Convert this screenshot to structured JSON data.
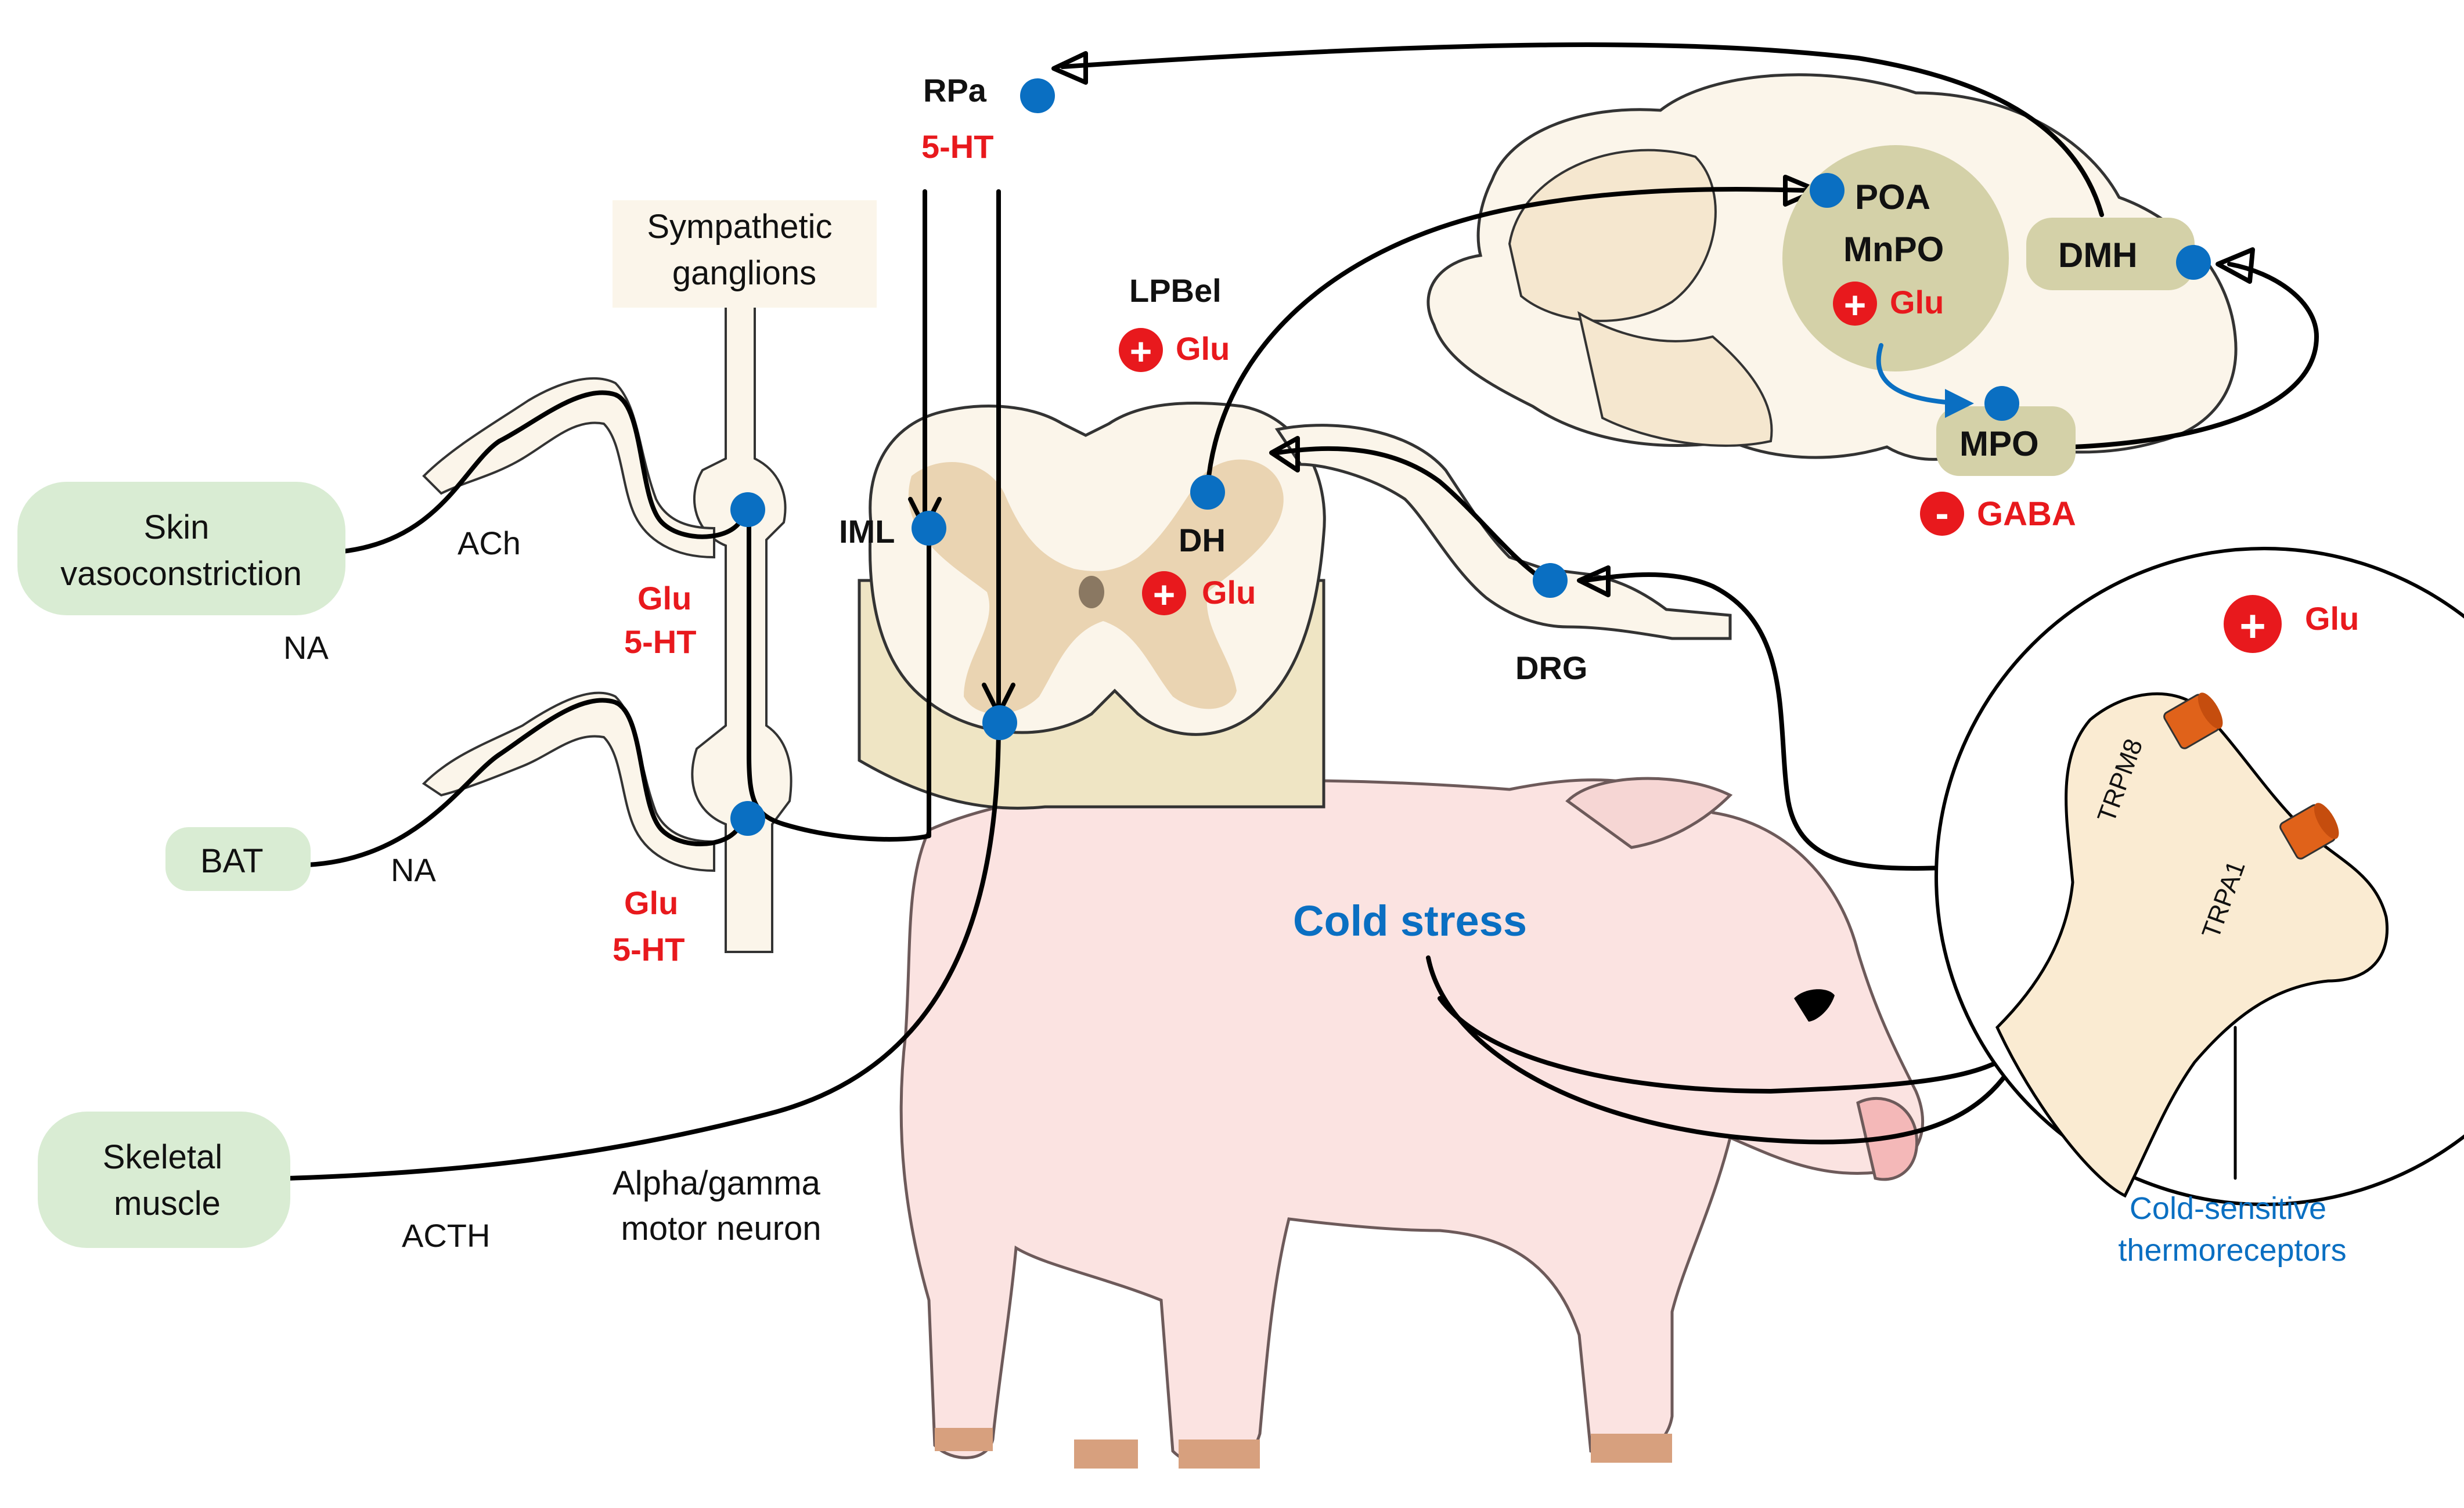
{
  "labels": {
    "rpa": "RPa",
    "rpa_5ht": "5-HT",
    "sympathetic_ganglia": [
      "Sympathetic",
      "ganglions"
    ],
    "lpbel": "LPBel",
    "lpbel_glu": "Glu",
    "iml": "IML",
    "dh": "DH",
    "dh_glu": "Glu",
    "poa": "POA",
    "mnpo": "MnPO",
    "poa_glu": "Glu",
    "dmh": "DMH",
    "mpo": "MPO",
    "gaba": "GABA",
    "drg": "DRG",
    "receptor_glu": "Glu",
    "ach": "ACh",
    "na_upper": "NA",
    "na_lower": "NA",
    "ganglion_upper_glu": "Glu",
    "ganglion_upper_5ht": "5-HT",
    "ganglion_lower_glu": "Glu",
    "ganglion_lower_5ht": "5-HT",
    "acth": "ACTH",
    "motor_neuron": [
      "Alpha/gamma",
      "motor neuron"
    ],
    "cold_stress": "Cold stress",
    "trpm8": "TRPM8",
    "trpa1": "TRPA1",
    "thermoreceptors": [
      "Cold-sensitive",
      "thermoreceptors"
    ]
  },
  "targets": {
    "skin": [
      "Skin",
      "vasoconstriction"
    ],
    "bat": "BAT",
    "skeletal": [
      "Skeletal",
      "muscle"
    ]
  },
  "signs": {
    "plus": "+",
    "minus": "-"
  },
  "colors": {
    "neuron_blue": "#0a6fc2",
    "transmitter_red": "#e8191d",
    "target_green": "#d9ecd3",
    "nucleus_olive": "#d4d1a8",
    "tissue_cream": "#fbf5ea",
    "grey_matter": "#ead4b2",
    "pig_pink": "#fbe3e1",
    "channel_orange": "#e0621a"
  }
}
